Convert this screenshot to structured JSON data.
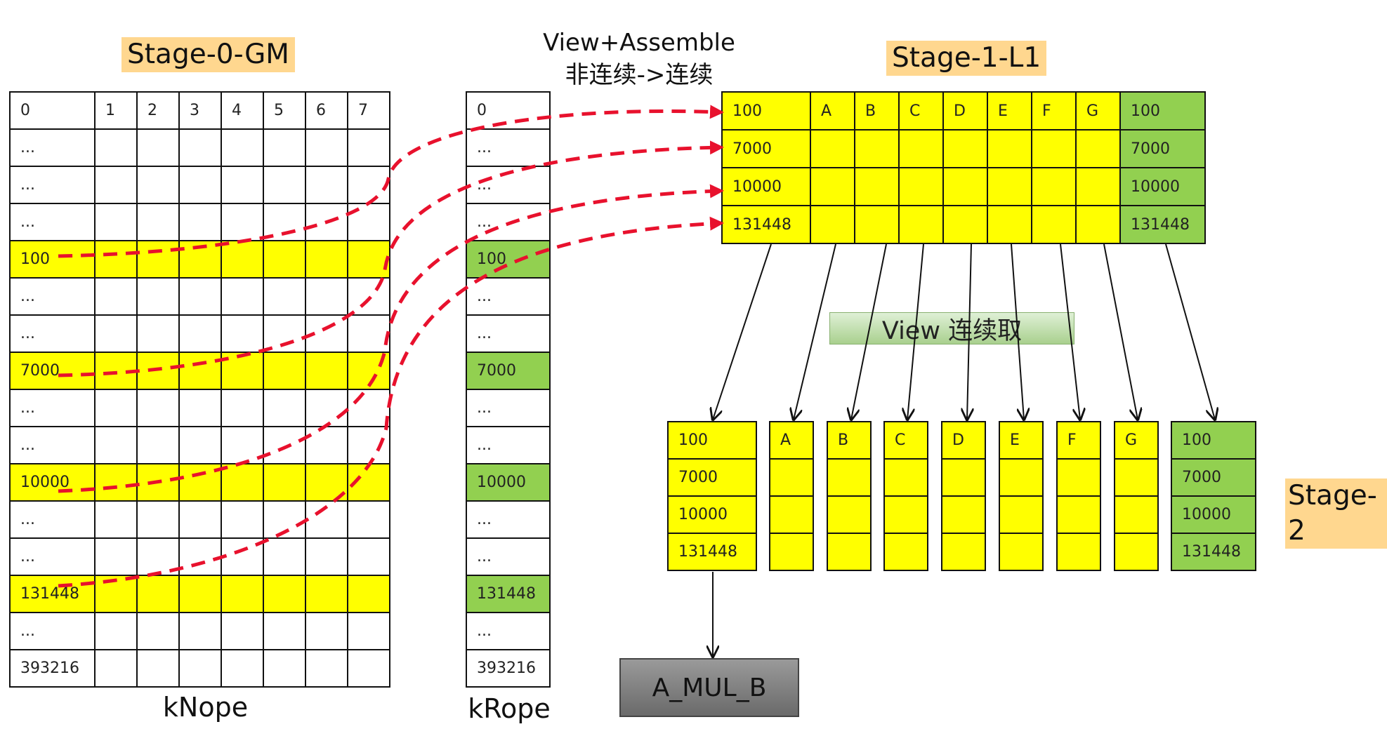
{
  "titles": {
    "stage0": "Stage-0-GM",
    "stage1": "Stage-1-L1",
    "stage2": "Stage-2",
    "arrow_title_1": "View+Assemble",
    "arrow_title_2": "非连续->连续",
    "view_bar": "View 连续取",
    "knope": "kNope",
    "krope": "kRope",
    "amul": "A_MUL_B"
  },
  "gm_table": {
    "header": [
      "0",
      "1",
      "2",
      "3",
      "4",
      "5",
      "6",
      "7"
    ],
    "rows": [
      {
        "label": "...",
        "highlight": false
      },
      {
        "label": "...",
        "highlight": false
      },
      {
        "label": "...",
        "highlight": false
      },
      {
        "label": "100",
        "highlight": true
      },
      {
        "label": "...",
        "highlight": false
      },
      {
        "label": "...",
        "highlight": false
      },
      {
        "label": "7000",
        "highlight": true
      },
      {
        "label": "...",
        "highlight": false
      },
      {
        "label": "...",
        "highlight": false
      },
      {
        "label": "10000",
        "highlight": true
      },
      {
        "label": "...",
        "highlight": false
      },
      {
        "label": "...",
        "highlight": false
      },
      {
        "label": "131448",
        "highlight": true
      },
      {
        "label": "...",
        "highlight": false
      },
      {
        "label": "393216",
        "highlight": false
      }
    ]
  },
  "krope_table": {
    "header": "0",
    "rows": [
      {
        "label": "...",
        "highlight": false
      },
      {
        "label": "...",
        "highlight": false
      },
      {
        "label": "...",
        "highlight": false
      },
      {
        "label": "100",
        "highlight": true
      },
      {
        "label": "...",
        "highlight": false
      },
      {
        "label": "...",
        "highlight": false
      },
      {
        "label": "7000",
        "highlight": true
      },
      {
        "label": "...",
        "highlight": false
      },
      {
        "label": "...",
        "highlight": false
      },
      {
        "label": "10000",
        "highlight": true
      },
      {
        "label": "...",
        "highlight": false
      },
      {
        "label": "...",
        "highlight": false
      },
      {
        "label": "131448",
        "highlight": true
      },
      {
        "label": "...",
        "highlight": false
      },
      {
        "label": "393216",
        "highlight": false
      }
    ]
  },
  "l1_table": {
    "header": [
      "100",
      "A",
      "B",
      "C",
      "D",
      "E",
      "F",
      "G",
      "100"
    ],
    "rows": [
      [
        "7000",
        "",
        "",
        "",
        "",
        "",
        "",
        "",
        "7000"
      ],
      [
        "10000",
        "",
        "",
        "",
        "",
        "",
        "",
        "",
        "10000"
      ],
      [
        "131448",
        "",
        "",
        "",
        "",
        "",
        "",
        "",
        "131448"
      ]
    ]
  },
  "stage2_columns": [
    {
      "cells": [
        "100",
        "7000",
        "10000",
        "131448"
      ],
      "color": "yellow"
    },
    {
      "cells": [
        "A",
        "",
        "",
        ""
      ],
      "color": "yellow"
    },
    {
      "cells": [
        "B",
        "",
        "",
        ""
      ],
      "color": "yellow"
    },
    {
      "cells": [
        "C",
        "",
        "",
        ""
      ],
      "color": "yellow"
    },
    {
      "cells": [
        "D",
        "",
        "",
        ""
      ],
      "color": "yellow"
    },
    {
      "cells": [
        "E",
        "",
        "",
        ""
      ],
      "color": "yellow"
    },
    {
      "cells": [
        "F",
        "",
        "",
        ""
      ],
      "color": "yellow"
    },
    {
      "cells": [
        "G",
        "",
        "",
        ""
      ],
      "color": "yellow"
    },
    {
      "cells": [
        "100",
        "7000",
        "10000",
        "131448"
      ],
      "color": "green"
    }
  ],
  "colors": {
    "highlight_yellow": "#ffff00",
    "highlight_green": "#92d050",
    "dash_red": "#e8112d",
    "tag_orange": "#ffd78f"
  }
}
